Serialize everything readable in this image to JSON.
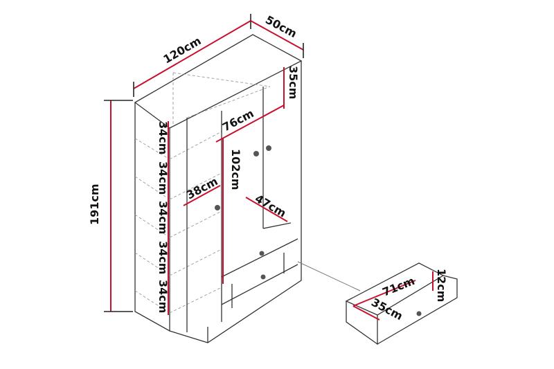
{
  "dimensions": {
    "width": "120cm",
    "depth": "50cm",
    "height": "191cm",
    "top_shelf_depth": "35cm",
    "hanging_width": "76cm",
    "shelf_heights": [
      "34cm",
      "34cm",
      "34cm",
      "34cm",
      "34cm"
    ],
    "shelf_width": "38cm",
    "hanging_height": "102cm",
    "hanging_depth": "47cm",
    "drawer_width": "71cm",
    "drawer_depth": "35cm",
    "drawer_height": "12cm"
  },
  "colors": {
    "dimension_line": "#c8102e",
    "outline": "#333333"
  }
}
